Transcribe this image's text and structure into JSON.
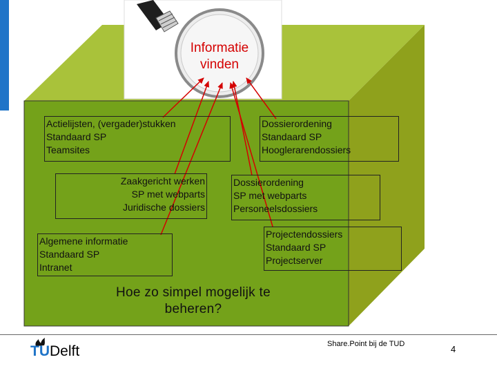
{
  "magnifier": {
    "line1": "Informatie",
    "line2": "vinden"
  },
  "boxes": [
    {
      "lines": [
        "Actielijsten, (vergader)stukken",
        "Standaard SP",
        "Teamsites"
      ]
    },
    {
      "lines": [
        "Zaakgericht werken",
        "SP met webparts",
        "Juridische dossiers"
      ]
    },
    {
      "lines": [
        "Algemene informatie",
        "Standaard SP",
        "Intranet"
      ]
    },
    {
      "lines": [
        "Dossierordening",
        "Standaard SP",
        "Hooglerarendossiers"
      ]
    },
    {
      "lines": [
        "Dossierordening",
        "SP met webparts",
        "Personeelsdossiers"
      ]
    },
    {
      "lines": [
        "Projectendossiers",
        "Standaard SP",
        "Projectserver"
      ]
    }
  ],
  "question": {
    "line1": "Hoe zo simpel mogelijk te",
    "line2": "beheren?"
  },
  "footer": {
    "title": "Share.Point bij de TUD",
    "page": "4"
  },
  "logo": {
    "tu": "TU",
    "delft": "Delft"
  },
  "colors": {
    "cube_front": "#74a21a",
    "cube_top": "#a8c23a",
    "cube_side": "#8ea01c",
    "arrow": "#d40000",
    "tud_blue": "#1f74c8"
  }
}
